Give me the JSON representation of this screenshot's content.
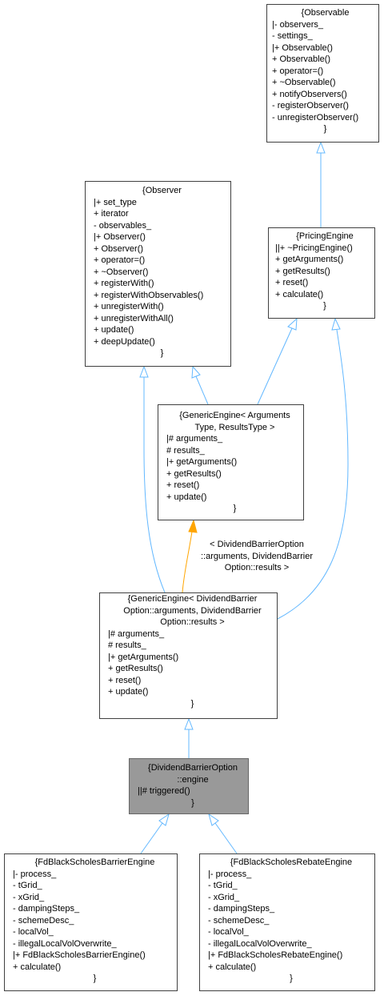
{
  "nodes": {
    "observable": {
      "title_lines": [
        "{Observable"
      ],
      "members": [
        "|- observers_",
        "- settings_",
        "|+ Observable()",
        "+ Observable()",
        "+ operator=()",
        "+ ~Observable()",
        "+ notifyObservers()",
        "- registerObserver()",
        "- unregisterObserver()"
      ],
      "close": "}"
    },
    "observer": {
      "title_lines": [
        "{Observer"
      ],
      "members": [
        "|+ set_type",
        "+ iterator",
        "- observables_",
        "|+ Observer()",
        "+ Observer()",
        "+ operator=()",
        "+ ~Observer()",
        "+ registerWith()",
        "+ registerWithObservables()",
        "+ unregisterWith()",
        "+ unregisterWithAll()",
        "+ update()",
        "+ deepUpdate()"
      ],
      "close": "}"
    },
    "pricing_engine": {
      "title_lines": [
        "{PricingEngine"
      ],
      "members": [
        "||+ ~PricingEngine()",
        "+ getArguments()",
        "+ getResults()",
        "+ reset()",
        "+ calculate()"
      ],
      "close": "}"
    },
    "generic_engine_template": {
      "title_lines": [
        "{GenericEngine< Arguments",
        "Type, ResultsType >"
      ],
      "members": [
        "|# arguments_",
        "# results_",
        "|+ getArguments()",
        "+ getResults()",
        "+ reset()",
        "+ update()"
      ],
      "close": "}"
    },
    "generic_engine_dividend": {
      "title_lines": [
        "{GenericEngine< DividendBarrier",
        "Option::arguments, DividendBarrier",
        "Option::results >"
      ],
      "members": [
        "|# arguments_",
        "# results_",
        "|+ getArguments()",
        "+ getResults()",
        "+ reset()",
        "+ update()"
      ],
      "close": "}"
    },
    "dividend_engine": {
      "title_lines": [
        "{DividendBarrierOption",
        "::engine"
      ],
      "members": [
        "||# triggered()"
      ],
      "close": "}"
    },
    "fd_barrier_engine": {
      "title_lines": [
        "{FdBlackScholesBarrierEngine"
      ],
      "members": [
        "|- process_",
        "- tGrid_",
        "- xGrid_",
        "- dampingSteps_",
        "- schemeDesc_",
        "- localVol_",
        "- illegalLocalVolOverwrite_",
        "|+ FdBlackScholesBarrierEngine()",
        "+ calculate()"
      ],
      "close": "}"
    },
    "fd_rebate_engine": {
      "title_lines": [
        "{FdBlackScholesRebateEngine"
      ],
      "members": [
        "|- process_",
        "- tGrid_",
        "- xGrid_",
        "- dampingSteps_",
        "- schemeDesc_",
        "- localVol_",
        "- illegalLocalVolOverwrite_",
        "|+ FdBlackScholesRebateEngine()",
        "+ calculate()"
      ],
      "close": "}"
    }
  },
  "template_binding_label": [
    "< DividendBarrierOption",
    "::arguments, DividendBarrier",
    "Option::results >"
  ],
  "edges": [
    {
      "from": "pricing_engine",
      "to": "observable",
      "kind": "inheritance"
    },
    {
      "from": "generic_engine_template",
      "to": "observer",
      "kind": "inheritance"
    },
    {
      "from": "generic_engine_template",
      "to": "pricing_engine",
      "kind": "inheritance"
    },
    {
      "from": "generic_engine_dividend",
      "to": "observer",
      "kind": "inheritance"
    },
    {
      "from": "generic_engine_dividend",
      "to": "pricing_engine",
      "kind": "inheritance"
    },
    {
      "from": "generic_engine_dividend",
      "to": "generic_engine_template",
      "kind": "template-binding"
    },
    {
      "from": "dividend_engine",
      "to": "generic_engine_dividend",
      "kind": "inheritance"
    },
    {
      "from": "fd_barrier_engine",
      "to": "dividend_engine",
      "kind": "inheritance"
    },
    {
      "from": "fd_rebate_engine",
      "to": "dividend_engine",
      "kind": "inheritance"
    }
  ],
  "colors": {
    "inheritance_edge": "#63b8ff",
    "template_edge": "#ffa500",
    "node_border": "#404040",
    "highlight_fill": "#999999",
    "highlight_border": "#666666"
  }
}
